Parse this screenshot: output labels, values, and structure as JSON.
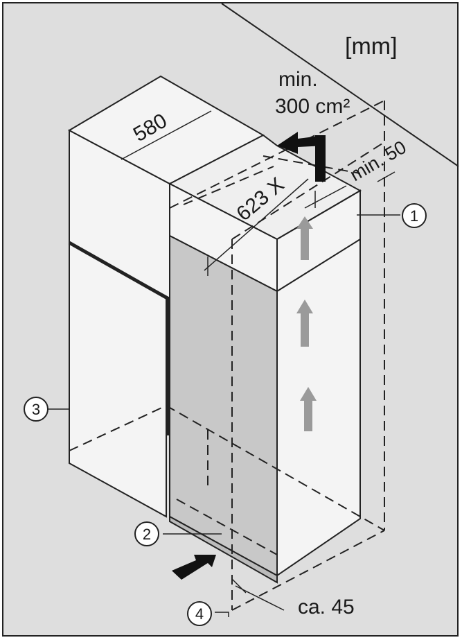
{
  "unit_label": "[mm]",
  "ventilation": {
    "line1": "min.",
    "line2": "300 cm²"
  },
  "gap_label": "min. 50",
  "depth_label": "580",
  "height_label": "623 X",
  "bottom_label": "ca. 45",
  "callouts": [
    "1",
    "2",
    "3",
    "4"
  ],
  "colors": {
    "background": "#dedede",
    "cabinet_face": "#f4f4f4",
    "door_panel": "#c8c8c8",
    "airflow_arrow": "#9a9a9a",
    "dark_arrow": "#111111"
  },
  "icons": [
    "airflow-up-arrow",
    "airflow-out-arrow",
    "air-intake-arrow"
  ]
}
